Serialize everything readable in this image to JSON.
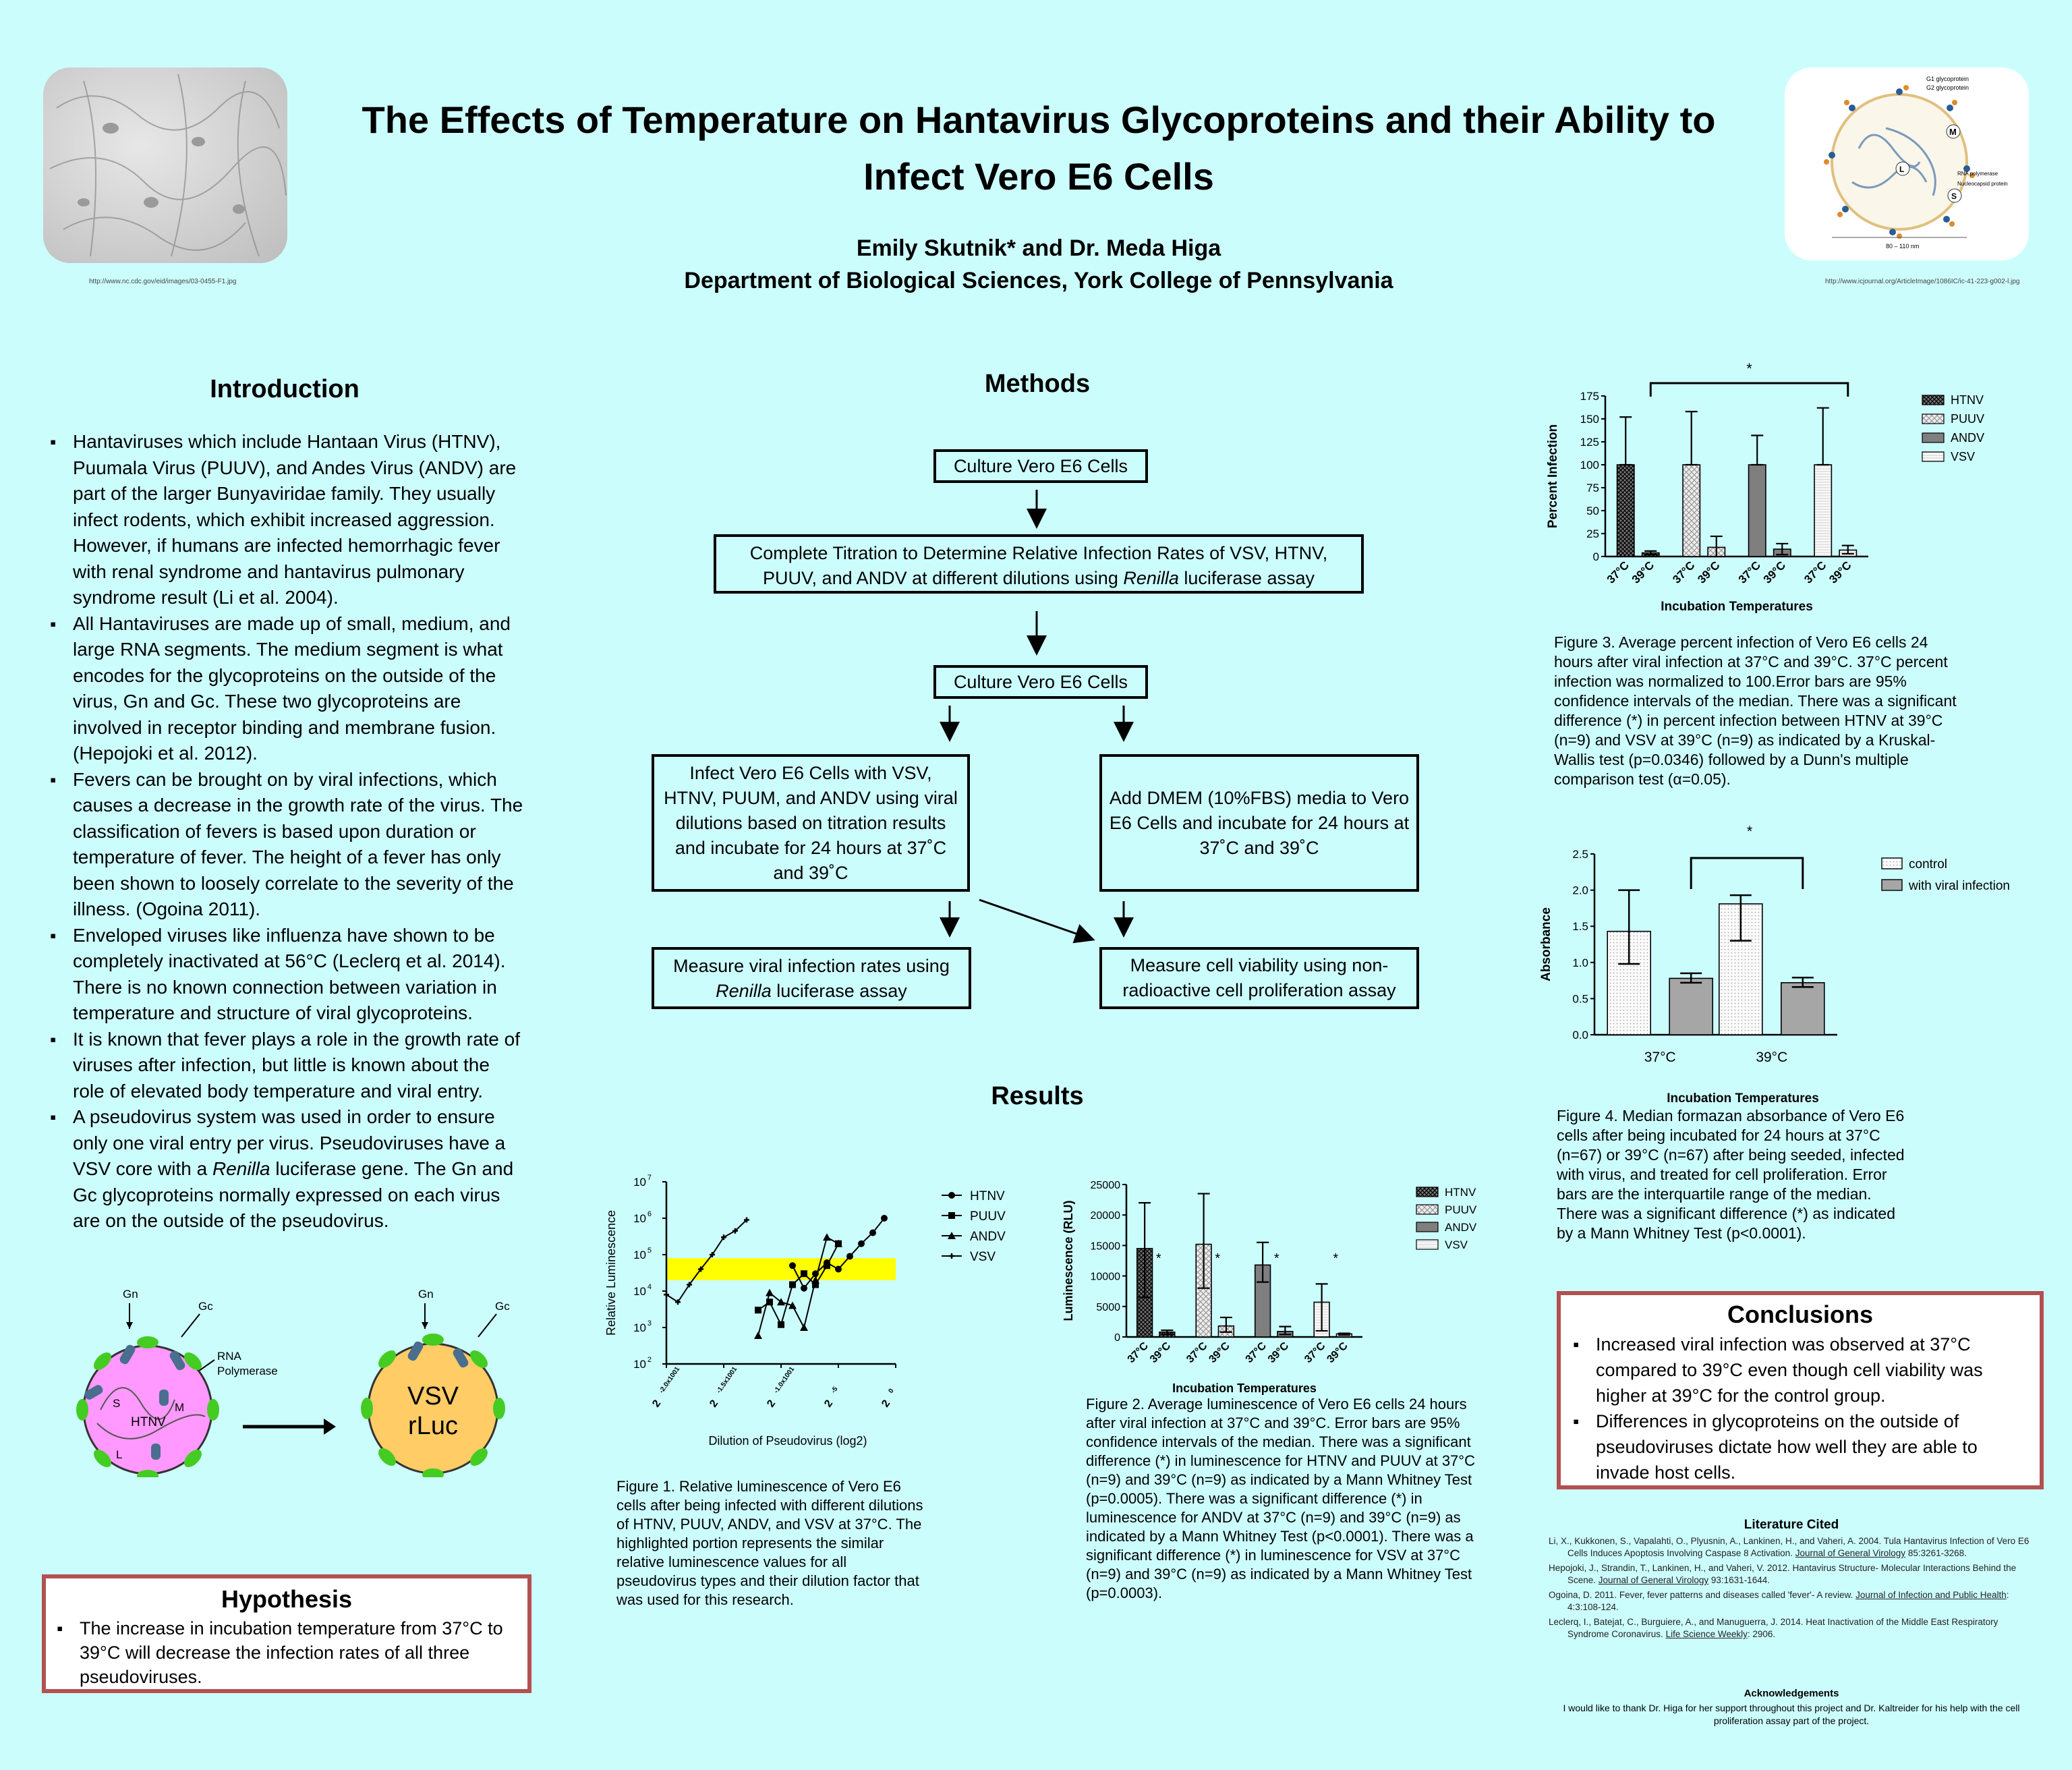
{
  "header": {
    "title_line1": "The Effects of Temperature on Hantavirus Glycoproteins and their Ability to",
    "title_line2": "Infect Vero E6 Cells",
    "authors": "Emily Skutnik* and Dr. Meda Higa",
    "affiliation": "Department of Biological Sciences, York College of Pennsylvania",
    "left_image_credit": "http://www.nc.cdc.gov/eid/images/03-0455-F1.jpg",
    "right_image_credit": "http://www.icjournal.org/ArticleImage/1086IC/ic-41-223-g002-l.jpg"
  },
  "virion_labels": {
    "g1": "G1 glycoprotein",
    "g2": "G2 glycoprotein",
    "m": "M",
    "l": "L",
    "s": "S",
    "rna_pol": "RNA polymerase",
    "nucleo": "Nucleocapsid protein",
    "size": "80 – 110 nm"
  },
  "introduction": {
    "heading": "Introduction",
    "bullets": [
      "Hantaviruses which include Hantaan Virus (HTNV), Puumala Virus (PUUV), and Andes Virus (ANDV) are part of the larger Bunyaviridae family. They usually infect rodents, which exhibit increased aggression. However, if humans are infected hemorrhagic fever with renal syndrome and hantavirus pulmonary syndrome result (Li et al. 2004).",
      "All Hantaviruses are made up of small, medium, and large RNA segments. The medium segment is what encodes for the glycoproteins on the outside of the virus, Gn and Gc. These two glycoproteins are involved in receptor binding and membrane fusion. (Hepojoki et al. 2012).",
      "Fevers can be brought on by viral infections, which causes a decrease in the growth rate of the virus. The classification of fevers is based upon duration or temperature of fever. The height of a fever has only been shown to loosely correlate to the severity of the illness. (Ogoina 2011).",
      "Enveloped viruses like influenza have shown to be completely inactivated at 56°C (Leclerq et al. 2014). There is no known connection between variation in temperature and structure of viral glycoproteins.",
      "It is known that fever plays a role in the growth rate of viruses after infection, but little is known about the role of elevated body temperature and viral entry."
    ],
    "last_bullet_a": "A pseudovirus system was used in order to ensure only one viral entry per virus. Pseudoviruses have a VSV core with a ",
    "last_bullet_italic": "Renilla",
    "last_bullet_b": " luciferase gene. The Gn and Gc glycoproteins normally expressed on each virus are on the outside of the pseudovirus."
  },
  "diagram": {
    "gn1": "Gn",
    "gc1": "Gc",
    "rna_pol": "RNA\nPolymerase",
    "s": "S",
    "m": "M",
    "l": "L",
    "htnv": "HTNV",
    "gn2": "Gn",
    "gc2": "Gc",
    "vsv_line1": "VSV",
    "vsv_line2": "rLuc"
  },
  "hypothesis": {
    "heading": "Hypothesis",
    "text": "The increase in incubation temperature from 37°C to 39°C will decrease the infection rates of all three pseudoviruses."
  },
  "methods": {
    "heading": "Methods",
    "box1": "Culture Vero E6 Cells",
    "box2_a": "Complete Titration to Determine Relative Infection Rates of VSV, HTNV, PUUV, and ANDV at different dilutions using ",
    "box2_italic": "Renilla",
    "box2_b": " luciferase assay",
    "box3": "Culture Vero E6 Cells",
    "box4": "Infect Vero E6 Cells with VSV, HTNV, PUUM, and ANDV using viral dilutions based on titration results and incubate for 24 hours at 37˚C and 39˚C",
    "box5": "Add DMEM (10%FBS) media to Vero E6 Cells and incubate for 24 hours at 37˚C and 39˚C",
    "box6_a": "Measure viral infection rates using ",
    "box6_italic": "Renilla",
    "box6_b": " luciferase assay",
    "box7": "Measure cell viability using non-radioactive cell proliferation assay"
  },
  "results": {
    "heading": "Results",
    "fig1_caption": "Figure 1. Relative luminescence of Vero E6 cells after being infected with different dilutions of HTNV, PUUV,  ANDV, and  VSV at 37°C. The highlighted portion represents the similar relative luminescence values for all pseudovirus types and their dilution factor that was used for this research.",
    "fig2_caption": "Figure 2. Average luminescence of Vero E6 cells 24 hours after viral infection at 37°C and 39°C. Error bars are 95% confidence intervals of the median. There was a significant difference (*) in luminescence for HTNV and PUUV at 37°C (n=9) and 39°C (n=9) as indicated by a Mann Whitney Test (p=0.0005). There was a significant difference (*) in luminescence for ANDV at 37°C (n=9) and 39°C (n=9) as indicated by a Mann Whitney Test (p<0.0001). There was a significant difference (*) in luminescence for VSV at 37°C (n=9) and 39°C (n=9) as indicated by a Mann Whitney Test (p=0.0003).",
    "fig3_caption": "Figure 3. Average percent infection of Vero E6 cells 24 hours after viral infection at 37°C and 39°C. 37°C percent infection was normalized to 100.Error bars are 95% confidence intervals of the median. There was a significant difference (*) in percent infection between HTNV at 39°C (n=9) and VSV at 39°C (n=9) as indicated by a Kruskal-Wallis test (p=0.0346) followed by a Dunn's multiple comparison test (α=0.05).",
    "fig4_caption": "Figure 4. Median formazan absorbance of Vero E6 cells after being incubated for 24 hours at 37°C (n=67) or 39°C (n=67) after being seeded, infected with virus, and treated for cell proliferation. Error bars are the interquartile range of the median. There was a significant difference (*) as indicated by a Mann Whitney Test (p<0.0001)."
  },
  "conclusions": {
    "heading": "Conclusions",
    "bullets": [
      "Increased viral infection was observed at 37°C compared to 39°C even though cell viability was higher at 39°C for the control group.",
      "Differences in glycoproteins on the outside of pseudoviruses dictate how well they are able to invade host cells."
    ]
  },
  "literature": {
    "heading": "Literature Cited",
    "ref1_a": "Li, X., Kukkonen,  S., Vapalahti, O., Plyusnin, A., Lankinen, H., and Vaheri, A. 2004. Tula Hantavirus Infection of Vero E6 Cells Induces Apoptosis  Involving Caspase 8 Activation. ",
    "ref1_j": "Journal of General Virology",
    "ref1_b": " 85:3261-3268.",
    "ref2_a": "Hepojoki, J., Strandin, T., Lankinen, H., and Vaheri, V. 2012. Hantavirus Structure- Molecular Interactions Behind the Scene. ",
    "ref2_j": "Journal of General Virology",
    "ref2_b": " 93:1631-1644.",
    "ref3_a": "Ogoina, D. 2011. Fever, fever patterns and diseases called 'fever'- A review. ",
    "ref3_j": "Journal of Infection and Public Health",
    "ref3_b": ": 4:3:108-124.",
    "ref4_a": "Leclerq, I., Batejat, C., Burguiere, A., and Manuguerra, J. 2014. Heat Inactivation of the Middle East Respiratory Syndrome Coronavirus.  ",
    "ref4_j": "Life Science Weekly",
    "ref4_b": ": 2906."
  },
  "acknowledgements": {
    "heading": "Acknowledgements",
    "text": "I would like to thank Dr. Higa for her support throughout this project and Dr. Kaltreider for his help with the cell proliferation assay part of the project."
  },
  "chart_data": [
    {
      "id": "figure-1",
      "type": "line",
      "xlabel": "Dilution of Pseudovirus (log2)",
      "ylabel": "Relative Luminescence",
      "yscale": "log",
      "ylim": [
        100,
        10000000
      ],
      "y_ticks": [
        "10",
        "10",
        "10",
        "10",
        "10",
        "10"
      ],
      "y_tick_exps": [
        "2",
        "3",
        "4",
        "5",
        "6",
        "7"
      ],
      "x_ticks": [
        "2",
        "2",
        "2",
        "2",
        "2"
      ],
      "x_tick_exps": [
        "-2.0x1001",
        "-1.5x1001",
        "-1.0x1001",
        "-5",
        "0"
      ],
      "xlim": [
        -20,
        0
      ],
      "highlight": {
        "ymin": 20000,
        "ymax": 80000,
        "color": "#ffff00"
      },
      "series": [
        {
          "name": "HTNV",
          "marker": "circle",
          "x": [
            -9,
            -8,
            -7,
            -6,
            -5,
            -4,
            -3,
            -2,
            -1
          ],
          "y": [
            50000,
            12000,
            30000,
            60000,
            40000,
            90000,
            200000,
            400000,
            1000000
          ]
        },
        {
          "name": "PUUV",
          "marker": "square",
          "x": [
            -12,
            -11,
            -10,
            -9,
            -8,
            -7,
            -6,
            -5
          ],
          "y": [
            3000,
            5000,
            1200,
            15000,
            30000,
            15000,
            50000,
            200000
          ]
        },
        {
          "name": "ANDV",
          "marker": "triangle",
          "x": [
            -12,
            -11,
            -10,
            -9,
            -8,
            -7,
            -6,
            -5
          ],
          "y": [
            600,
            9000,
            5000,
            4000,
            1000,
            20000,
            300000,
            200000
          ]
        },
        {
          "name": "VSV",
          "marker": "cross",
          "x": [
            -20,
            -19,
            -18,
            -17,
            -16,
            -15,
            -14,
            -13
          ],
          "y": [
            8000,
            5000,
            15000,
            40000,
            100000,
            300000,
            450000,
            900000
          ]
        }
      ]
    },
    {
      "id": "figure-2",
      "type": "bar",
      "xlabel": "Incubation  Temperatures",
      "ylabel": "Luminescence (RLU)",
      "ylim": [
        0,
        25000
      ],
      "y_ticks": [
        "0",
        "5000",
        "10000",
        "15000",
        "20000",
        "25000"
      ],
      "categories": [
        "37°C",
        "39°C",
        "37°C",
        "39°C",
        "37°C",
        "39°C",
        "37°C",
        "39°C"
      ],
      "series_names": [
        "HTNV",
        "PUUV",
        "ANDV",
        "VSV"
      ],
      "values": [
        14500,
        800,
        15200,
        1800,
        11800,
        900,
        5700,
        500
      ],
      "err_low": [
        6500,
        400,
        8000,
        800,
        9000,
        400,
        1000,
        300
      ],
      "err_high": [
        22000,
        1100,
        23500,
        3200,
        15500,
        1700,
        8700,
        600
      ],
      "significance": [
        "*",
        "*",
        "*",
        "*"
      ]
    },
    {
      "id": "figure-3",
      "type": "bar",
      "xlabel": "Incubation  Temperatures",
      "ylabel": "Percent Infection",
      "ylim": [
        0,
        175
      ],
      "y_ticks": [
        "0",
        "25",
        "50",
        "75",
        "100",
        "125",
        "150",
        "175"
      ],
      "categories": [
        "37°C",
        "39°C",
        "37°C",
        "39°C",
        "37°C",
        "39°C",
        "37°C",
        "39°C"
      ],
      "series_names": [
        "HTNV",
        "PUUV",
        "ANDV",
        "VSV"
      ],
      "values": [
        100,
        4,
        100,
        10,
        100,
        8,
        100,
        7
      ],
      "err_low": [
        100,
        2,
        100,
        0,
        100,
        2,
        100,
        3
      ],
      "err_high": [
        152,
        6,
        158,
        22,
        132,
        14,
        162,
        12
      ],
      "significance": [
        "*"
      ]
    },
    {
      "id": "figure-4",
      "type": "bar",
      "xlabel": "Incubation  Temperatures",
      "ylabel": "Absorbance",
      "ylim": [
        0,
        2.5
      ],
      "y_ticks": [
        "0.0",
        "0.5",
        "1.0",
        "1.5",
        "2.0",
        "2.5"
      ],
      "categories": [
        "37°C",
        "39°C"
      ],
      "series": [
        {
          "name": "control",
          "values": [
            1.43,
            1.81
          ]
        },
        {
          "name": "with viral infection",
          "values": [
            0.78,
            0.72
          ]
        }
      ],
      "err_low": [
        [
          0.98,
          1.3
        ],
        [
          0.72,
          0.66
        ]
      ],
      "err_high": [
        [
          2.0,
          1.93
        ],
        [
          0.85,
          0.79
        ]
      ],
      "significance": [
        "*"
      ]
    }
  ]
}
